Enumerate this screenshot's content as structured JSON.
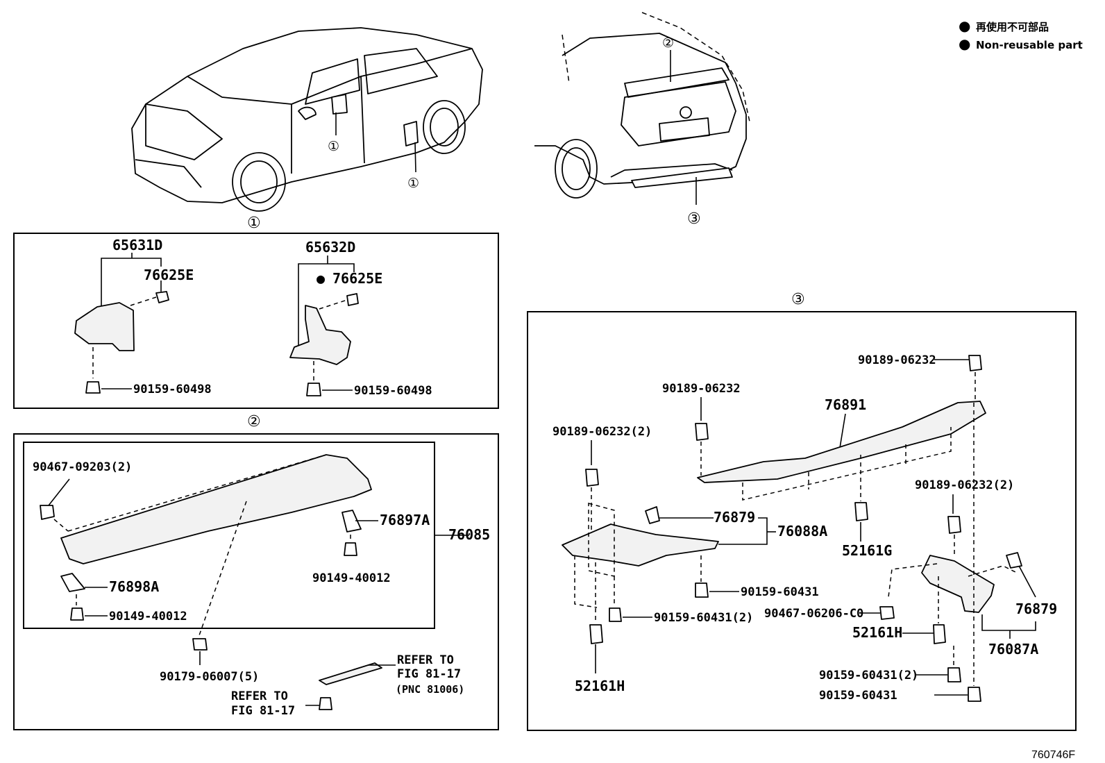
{
  "legend": {
    "items": [
      {
        "marker": "●",
        "text": "再使用不可部品"
      },
      {
        "marker": "●",
        "text": "Non-reusable part"
      }
    ]
  },
  "figure_code": "760746F",
  "callouts": {
    "one": "①",
    "two": "②",
    "three": "③"
  },
  "section1": {
    "left": {
      "assembly": "65631D",
      "clip": "76625E",
      "bolt": "90159-60498"
    },
    "right": {
      "assembly": "65632D",
      "clip": "76625E",
      "clip_marker": "●",
      "bolt": "90159-60498"
    }
  },
  "section2": {
    "assembly": "76085",
    "clip_top": "90467-09203(2)",
    "cover_right": "76897A",
    "bolt_right": "90149-40012",
    "cover_left": "76898A",
    "bolt_left": "90149-40012",
    "nut": "90179-06007(5)",
    "refer1": [
      "REFER TO",
      "FIG 81-17",
      "(PNC 81006)"
    ],
    "refer2": [
      "REFER TO",
      "FIG 81-17"
    ]
  },
  "section3": {
    "top_clip": "90189-06232",
    "mid_clip": "90189-06232",
    "left_clip": "90189-06232(2)",
    "right_clip": "90189-06232(2)",
    "bar": "76891",
    "pad_left": "76879",
    "bracket_left": "76088A",
    "fastener_center": "52161G",
    "bolt_center": "90159-60431",
    "bolt_left": "90159-60431(2)",
    "fastener_left": "52161H",
    "nut_right": "90467-06206-C0",
    "fastener_right": "52161H",
    "pad_right": "76879",
    "bracket_right": "76087A",
    "bolt_right2": "90159-60431(2)",
    "bolt_right": "90159-60431"
  }
}
